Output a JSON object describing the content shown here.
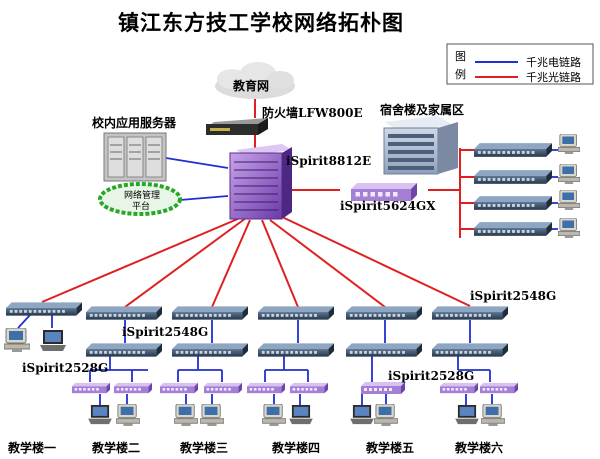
{
  "title": "镇江东方技工学校网络拓朴图",
  "legend": {
    "heading_1": "图",
    "heading_2": "例",
    "items": [
      {
        "label": "千兆电链路",
        "color": "#1f2fd0"
      },
      {
        "label": "千兆光链路",
        "color": "#e02020"
      }
    ]
  },
  "internet": "教育网",
  "firewall": "防火墙LFW800E",
  "core_switch": "iSpirit8812E",
  "servers": "校内应用服务器",
  "mgmt_platform_1": "网络管理",
  "mgmt_platform_2": "平台",
  "dorm": "宿舍楼及家属区",
  "dorm_switch": "iSpirit5624GX",
  "switch_labels": {
    "top_right": "iSpirit2548G",
    "middle": "iSpirit2548G",
    "left_access": "iSpirit2528G",
    "right_access": "iSpirit2528G"
  },
  "buildings": [
    "教学楼一",
    "教学楼二",
    "教学楼三",
    "教学楼四",
    "教学楼五",
    "教学楼六"
  ],
  "colors": {
    "fiber": "#e02020",
    "copper": "#1f2fd0",
    "switch": "#3a4e66",
    "access_switch": "#a57fd6"
  }
}
